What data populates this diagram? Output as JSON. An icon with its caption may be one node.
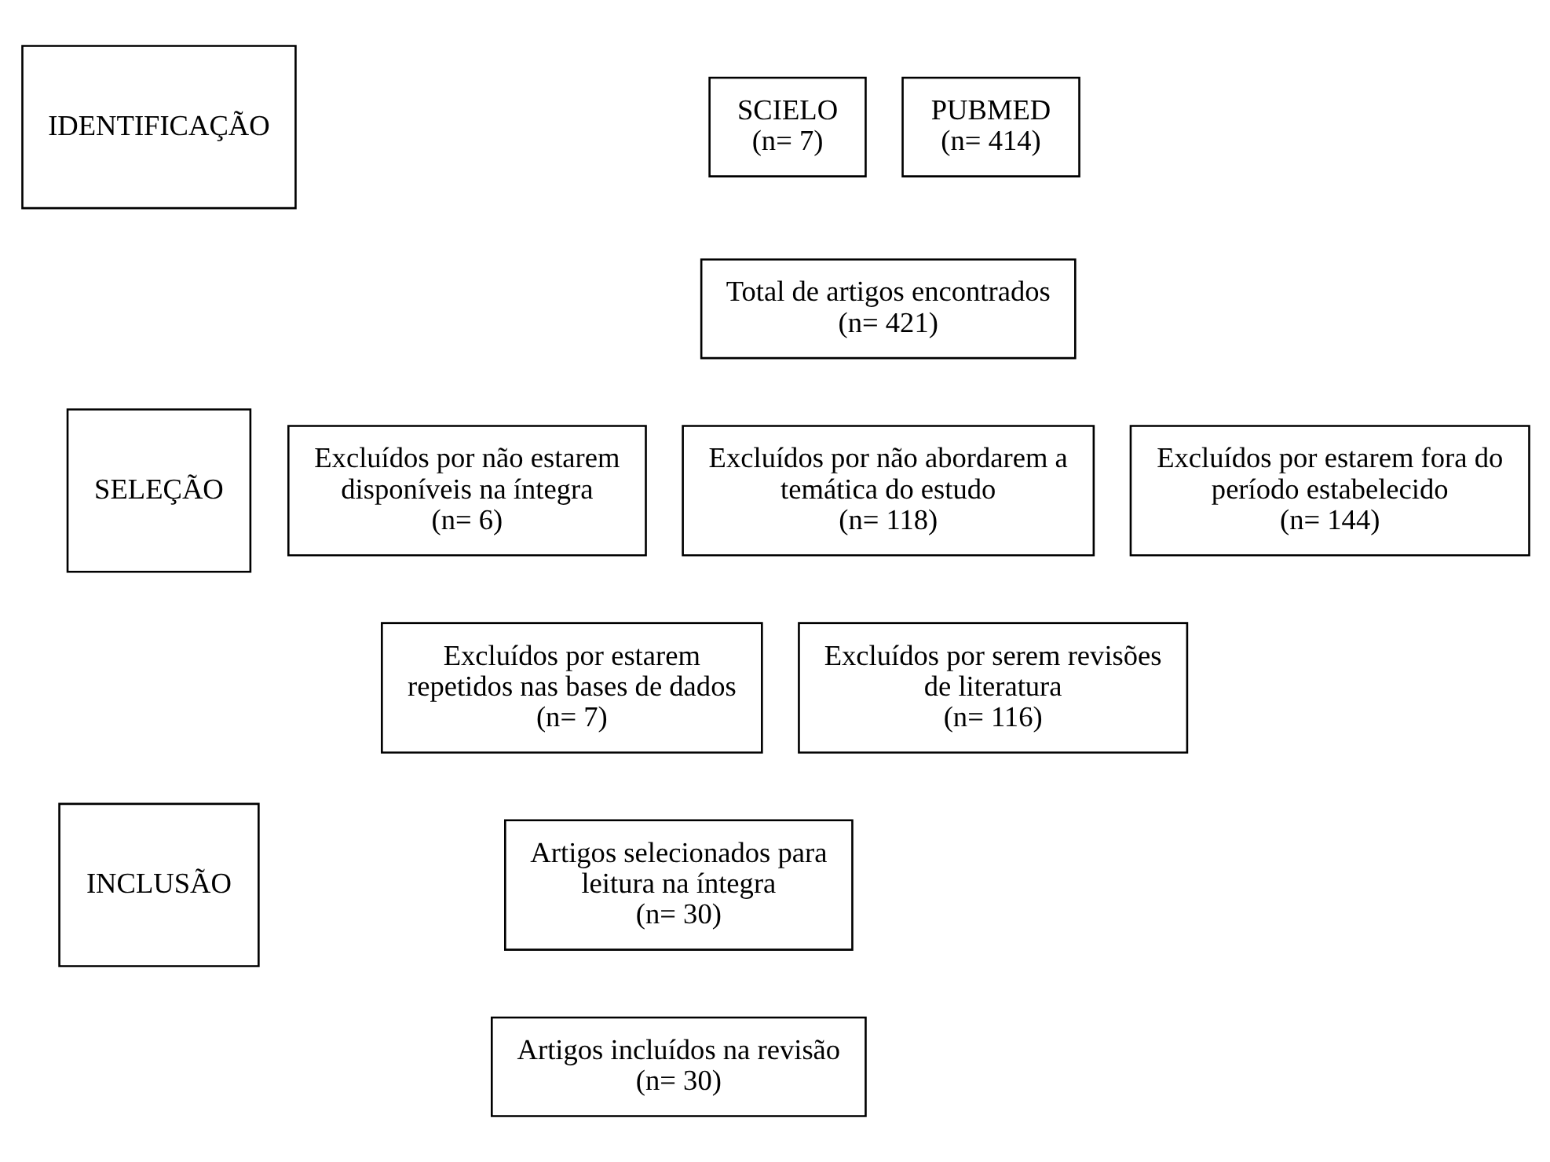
{
  "diagram": {
    "nodes": [
      {
        "text": [
          "IDENTIFICAÇÃO"
        ]
      },
      {
        "text": [
          "SCIELO",
          "(n= 7)"
        ]
      },
      {
        "text": [
          "PUBMED",
          "(n= 414)"
        ]
      },
      {
        "text": [
          "Total de artigos encontrados",
          "(n= 421)"
        ]
      },
      {
        "text": [
          "SELEÇÃO"
        ]
      },
      {
        "text": [
          "Excluídos por não estarem disponíveis na íntegra",
          "(n= 6)"
        ]
      },
      {
        "text": [
          "Excluídos por não abordarem a temática do estudo",
          "(n= 118)"
        ]
      },
      {
        "text": [
          "Excluídos por estarem fora do período estabelecido",
          "(n= 144)"
        ]
      },
      {
        "text": [
          "Excluídos por estarem repetidos nas bases de dados",
          "(n= 7)"
        ]
      },
      {
        "text": [
          "Excluídos por serem revisões de literatura",
          "(n= 116)"
        ]
      },
      {
        "text": [
          "INCLUSÃO"
        ]
      },
      {
        "text": [
          "Artigos selecionados para leitura na íntegra",
          "(n= 30)"
        ]
      },
      {
        "text": [
          "Artigos incluídos na revisão",
          "(n= 30)"
        ]
      }
    ],
    "edges": []
  }
}
